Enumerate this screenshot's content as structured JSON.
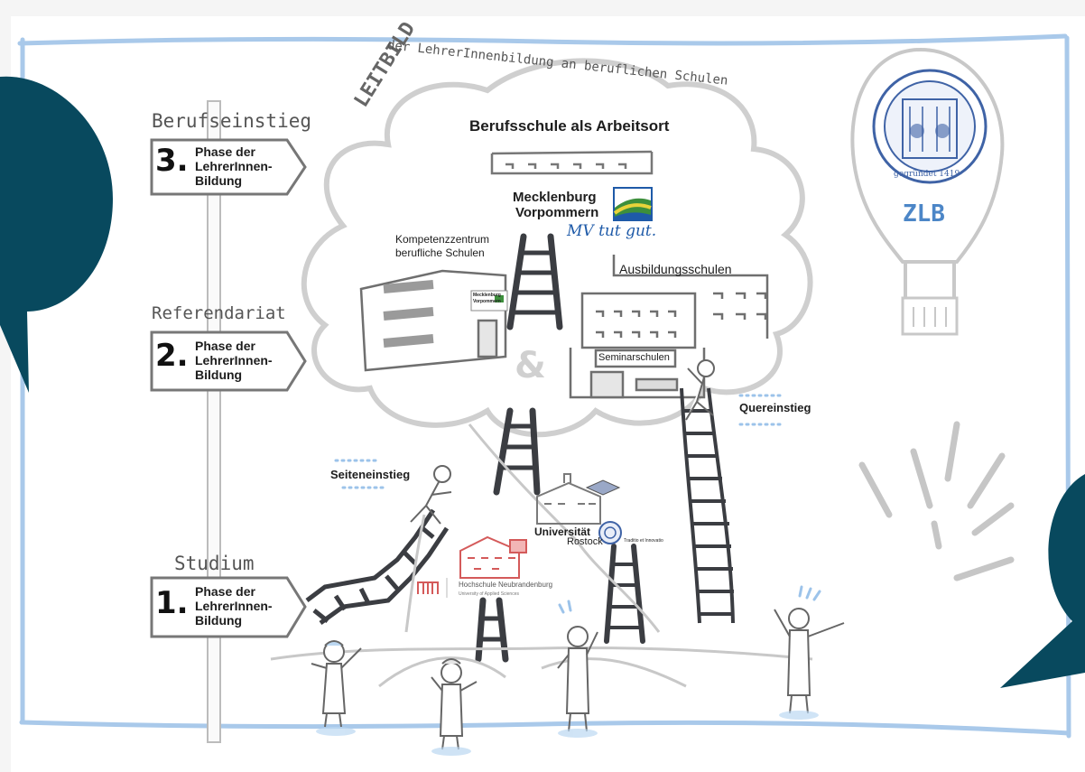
{
  "title": {
    "leitbild": "LEITBILD",
    "subtitle": "der LehrerInnenbildung an beruflichen Schulen"
  },
  "signpost": {
    "phase3": {
      "header": "Berufseinstieg",
      "number": "3.",
      "line1": "Phase der",
      "line2": "LehrerInnen-",
      "line3": "Bildung"
    },
    "phase2": {
      "header": "Referendariat",
      "number": "2.",
      "line1": "Phase der",
      "line2": "LehrerInnen-",
      "line3": "Bildung"
    },
    "phase1": {
      "header": "Studium",
      "number": "1.",
      "line1": "Phase der",
      "line2": "LehrerInnen-",
      "line3": "Bildung"
    }
  },
  "cloud": {
    "workplace": "Berufsschule als Arbeitsort",
    "mv_line1": "Mecklenburg",
    "mv_line2": "Vorpommern",
    "mv_slogan": "MV tut gut.",
    "kompetenz_line1": "Kompetenzzentrum",
    "kompetenz_line2": "berufliche Schulen",
    "mini_logo_line1": "Mecklenburg",
    "mini_logo_line2": "Vorpommern",
    "ausbildung": "Ausbildungsschulen",
    "seminar": "Seminarschulen",
    "ampersand": "&"
  },
  "paths": {
    "quer": "Quereinstieg",
    "seiten": "Seiteneinstieg"
  },
  "universities": {
    "rostock_line1": "Universität",
    "rostock_line2": "Rostock",
    "rostock_motto": "Traditio et Innovatio",
    "nb_line1": "Hochschule Neubrandenburg",
    "nb_line2": "University of Applied Sciences"
  },
  "balloon": {
    "seal_text": "gegründet 1419",
    "zlb": "ZLB"
  },
  "colors": {
    "frame": "#a9c9ea",
    "bubble": "#08495e",
    "ladder": "#3b3d42",
    "sketch": "#c4c4c4",
    "seal": "#3f63a6",
    "zlb": "#4c86c7",
    "nb_red": "#d45a5a",
    "mv_blue": "#1e5aa8",
    "sky_blue": "#bcd8f2"
  }
}
